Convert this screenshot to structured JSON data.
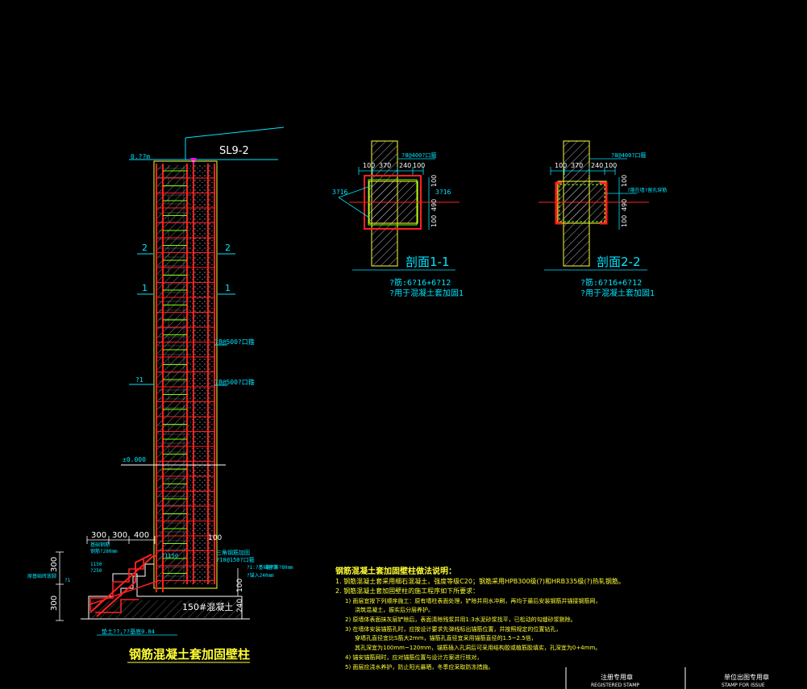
{
  "main_title": "钢筋混凝土套加固壁柱",
  "elevation": {
    "beam_label": "SL9-2",
    "top_mark": "0.??m",
    "level_zero": "±0.000",
    "section_mark_2": "2",
    "section_mark_1": "1",
    "rebar_note_a": "?8@500?口箍",
    "rebar_note_b": "?8@500?口箍",
    "side_note": "?1",
    "dim_300a": "300",
    "dim_300b": "300",
    "dim_400": "400",
    "dim_100": "100",
    "dim_v300a": "300",
    "dim_v300b": "300",
    "dim_v100": "100",
    "dim_v240": "240",
    "foundation_label": "150#混凝土",
    "note_base_a": "三角钢筋加固",
    "note_base_b": "?10@150?口箍",
    "note_base_c": "?1150",
    "note_base_d": "?1:?基础埋深",
    "note_base_e": "植?筋?80mm",
    "note_base_f": "?锚入240mm",
    "note_left_a": "基础钢筋",
    "note_left_b": "钢筋?280mm",
    "note_left_c": "1150",
    "note_left_d": "?250",
    "note_left_e": "?1",
    "note_left_f": "原基础砖放脚",
    "note_bottom": "垫土??,??基底0.84"
  },
  "section1": {
    "title": "剖面1-1",
    "dims": [
      "100",
      "370",
      "240",
      "100"
    ],
    "right_note": "?8@400?口箍",
    "left_note": "3?16",
    "right_bar": "3?16",
    "vdims": [
      "100",
      "490",
      "100"
    ],
    "caption1": "?筋:6?16+6?12",
    "caption2": "?用于混凝土套加固1"
  },
  "section2": {
    "title": "剖面2-2",
    "dims": [
      "100",
      "370",
      "240",
      "100"
    ],
    "right_note": "?8@400?口箍",
    "side_note": "?箍在墙?留孔穿筋",
    "vdims": [
      "100",
      "490",
      "100"
    ],
    "caption1": "?筋:6?16+6?12",
    "caption2": "?用于混凝土套加固1"
  },
  "notes": {
    "heading": "钢筋混凝土套加固壁柱做法说明：",
    "lines": [
      "1. 钢筋混凝土套采用细石混凝土，强度等级C20；钢筋采用HPB300级(?)和HRB335级(?)热轧钢筋。",
      "2. 钢筋混凝土套加固壁柱的施工程序如下所要求：",
      "1) 面层宜按下列顺序施工：原有墙柱表面处理，铲除并用水冲刷，再均于最后安装钢筋并锚接钢筋网，",
      "浇筑混凝土，振实后分层养护。",
      "2) 原墙体表面抹灰层铲除后，表面清除残浆并用1:3水泥砂浆找平，已松动的勾缝砂浆剔除。",
      "3) 在墙体安装锚筋孔时，应按设计要求先弹线标出锚筋位置，并按照规定的位置钻孔，",
      "穿墙孔直径宜比S筋大2mm，锚筋孔直径宜采用锚筋直径的1.5~2.5倍，",
      "其孔深宜为100mm~120mm，锚筋插入孔洞后可采用结构胶或植筋胶填实，孔深宜为0+4mm。",
      "4) 锚安锚筋网时，应对锚筋位置与设计方案进行核对，",
      "5) 面层应浇水养护，防止阳光暴晒，冬季应采取防冻措施。"
    ]
  },
  "stamps": {
    "registered_cn": "注册专用章",
    "registered_en": "REGISTERED STAMP",
    "issue_cn": "单位出图专用章",
    "issue_en": "STAMP FOR ISSUE"
  },
  "colors": {
    "background": "#000000",
    "dimension": "#00e5ff",
    "rebar": "#ff2020",
    "stirrup": "#7cff00",
    "outline": "#ffff33",
    "text": "#ffffff"
  }
}
